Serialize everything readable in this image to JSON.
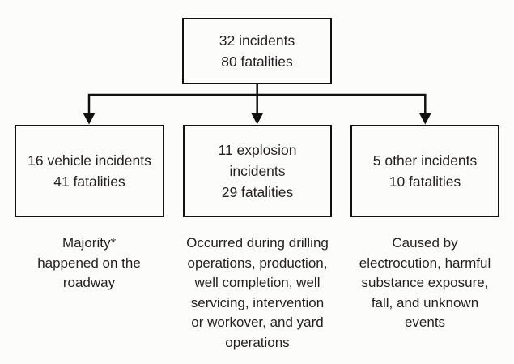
{
  "colors": {
    "background": "#fcfcfb",
    "line": "#111111",
    "text": "#231f20"
  },
  "root": {
    "label": "32 incidents\n80 fatalities"
  },
  "branches": [
    {
      "label": "16 vehicle incidents\n41 fatalities",
      "note": "Majority*\nhappened on the\nroadway"
    },
    {
      "label": "11 explosion\nincidents\n29 fatalities",
      "note": "Occurred during drilling\noperations, production,\nwell completion, well\nservicing, intervention\nor workover, and yard\noperations"
    },
    {
      "label": "5 other incidents\n10 fatalities",
      "note": "Caused by\nelectrocution, harmful\nsubstance exposure,\nfall, and unknown\nevents"
    }
  ]
}
